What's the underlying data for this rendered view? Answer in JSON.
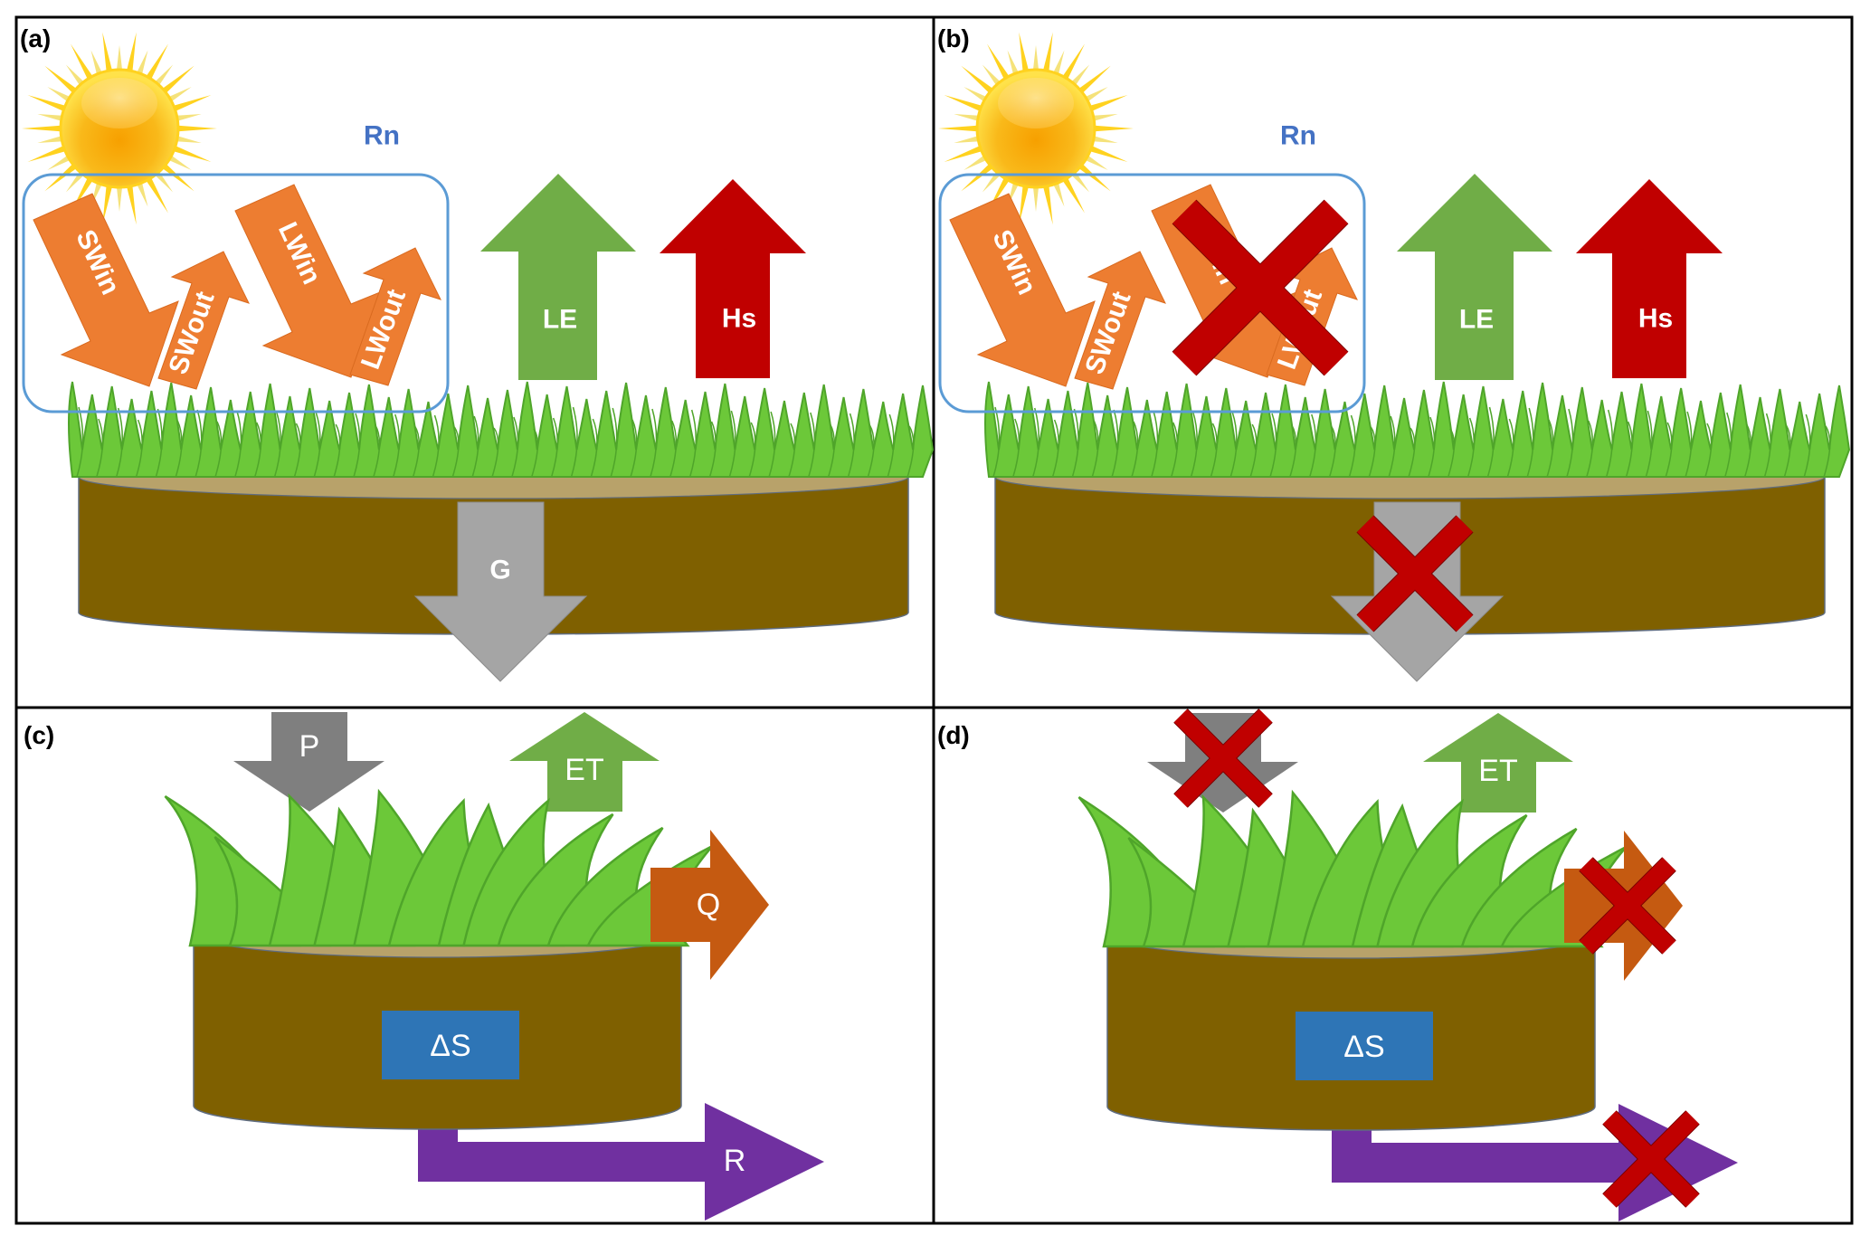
{
  "figure": {
    "title": "Surface energy balance and water balance schematic",
    "panels": [
      {
        "id": "a",
        "label": "(a)",
        "type": "energy",
        "crossed": []
      },
      {
        "id": "b",
        "label": "(b)",
        "type": "energy",
        "crossed": [
          "LWin",
          "LWout",
          "G"
        ]
      },
      {
        "id": "c",
        "label": "(c)",
        "type": "water",
        "crossed": []
      },
      {
        "id": "d",
        "label": "(d)",
        "type": "water",
        "crossed": [
          "P",
          "Q",
          "R"
        ]
      }
    ]
  },
  "energy": {
    "net_radiation_label": "Rn",
    "fluxes": {
      "SWin": "SWin",
      "SWout": "SWout",
      "LWin": "LWin",
      "LWout": "LWout",
      "LE": "LE",
      "Hs": "Hs",
      "G": "G"
    }
  },
  "water": {
    "fluxes": {
      "P": "P",
      "ET": "ET",
      "Q": "Q",
      "R": "R",
      "dS": "ΔS"
    }
  },
  "colors": {
    "radiation_orange": "#ED7D31",
    "latent_green": "#70AD47",
    "sensible_red": "#C00000",
    "ground_gray": "#A5A5A5",
    "precip_gray": "#7F7F7F",
    "runoff_orange": "#C55A11",
    "drainage_purple": "#7030A0",
    "storage_blue": "#2E75B6",
    "rn_box_blue": "#5B9BD5",
    "rn_text_blue": "#4472C4",
    "soil_brown": "#7F6000",
    "soil_top": "#B8A26A",
    "grass_green": "#6CC839",
    "grass_stroke": "#4FA52A",
    "cross_red": "#C00000"
  }
}
